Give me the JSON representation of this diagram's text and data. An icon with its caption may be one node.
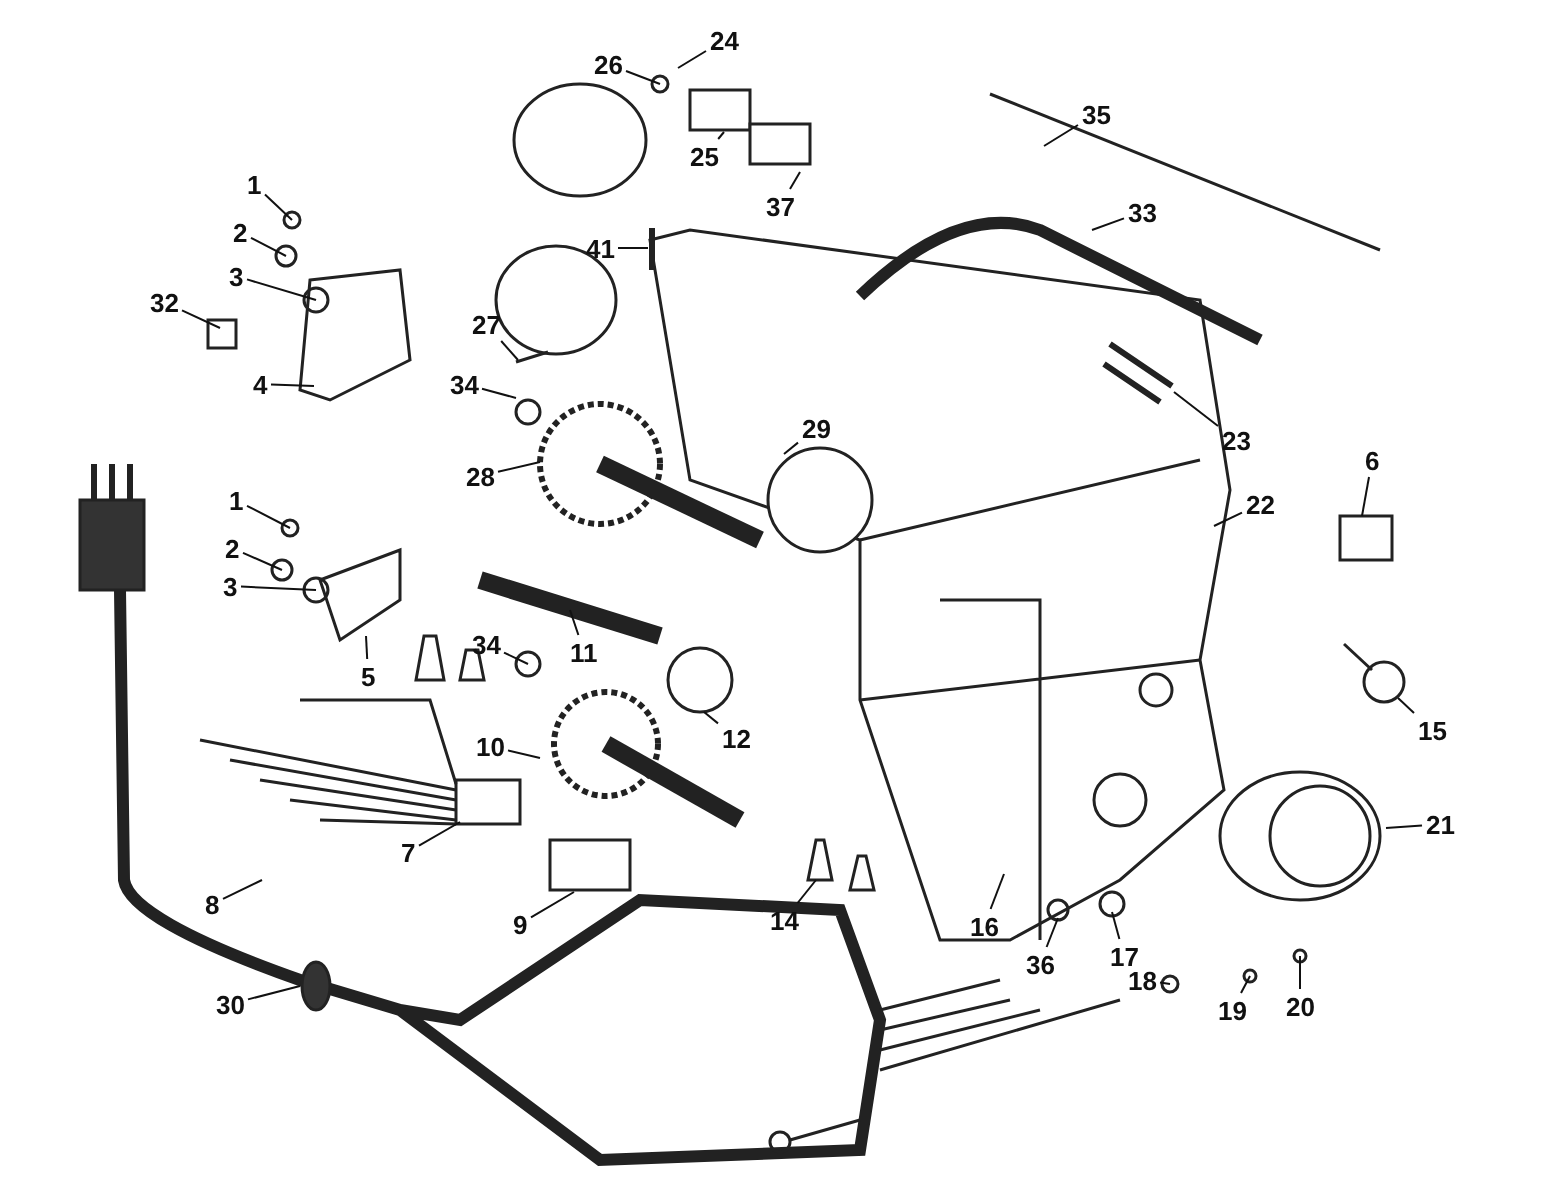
{
  "diagram": {
    "nodes": [
      {
        "text": [
          "24"
        ]
      },
      {
        "text": [
          "26"
        ]
      },
      {
        "text": [
          "35"
        ]
      },
      {
        "text": [
          "25"
        ]
      },
      {
        "text": [
          "1"
        ]
      },
      {
        "text": [
          "37"
        ]
      },
      {
        "text": [
          "33"
        ]
      },
      {
        "text": [
          "2"
        ]
      },
      {
        "text": [
          "41"
        ]
      },
      {
        "text": [
          "3"
        ]
      },
      {
        "text": [
          "32"
        ]
      },
      {
        "text": [
          "27"
        ]
      },
      {
        "text": [
          "4"
        ]
      },
      {
        "text": [
          "34"
        ]
      },
      {
        "text": [
          "23"
        ]
      },
      {
        "text": [
          "29"
        ]
      },
      {
        "text": [
          "28"
        ]
      },
      {
        "text": [
          "6"
        ]
      },
      {
        "text": [
          "1"
        ]
      },
      {
        "text": [
          "22"
        ]
      },
      {
        "text": [
          "2"
        ]
      },
      {
        "text": [
          "3"
        ]
      },
      {
        "text": [
          "11"
        ]
      },
      {
        "text": [
          "34"
        ]
      },
      {
        "text": [
          "5"
        ]
      },
      {
        "text": [
          "15"
        ]
      },
      {
        "text": [
          "12"
        ]
      },
      {
        "text": [
          "10"
        ]
      },
      {
        "text": [
          "21"
        ]
      },
      {
        "text": [
          "7"
        ]
      },
      {
        "text": [
          "8"
        ]
      },
      {
        "text": [
          "14"
        ]
      },
      {
        "text": [
          "9"
        ]
      },
      {
        "text": [
          "16"
        ]
      },
      {
        "text": [
          "17"
        ]
      },
      {
        "text": [
          "36"
        ]
      },
      {
        "text": [
          "30"
        ]
      },
      {
        "text": [
          "19"
        ]
      },
      {
        "text": [
          "20"
        ]
      },
      {
        "text": [
          "18"
        ]
      }
    ],
    "edges": [
      {
        "from": 0,
        "to": null,
        "arrow": "none"
      },
      {
        "from": 1,
        "to": null,
        "arrow": "none"
      },
      {
        "from": 2,
        "to": null,
        "arrow": "none"
      },
      {
        "from": 3,
        "to": null,
        "arrow": "none"
      },
      {
        "from": 4,
        "to": null,
        "arrow": "none"
      },
      {
        "from": 5,
        "to": null,
        "arrow": "none"
      },
      {
        "from": 6,
        "to": null,
        "arrow": "none"
      },
      {
        "from": 7,
        "to": null,
        "arrow": "none"
      },
      {
        "from": 8,
        "to": null,
        "arrow": "none"
      },
      {
        "from": 9,
        "to": null,
        "arrow": "none"
      },
      {
        "from": 10,
        "to": null,
        "arrow": "none"
      },
      {
        "from": 11,
        "to": null,
        "arrow": "none"
      },
      {
        "from": 12,
        "to": null,
        "arrow": "none"
      },
      {
        "from": 13,
        "to": null,
        "arrow": "none"
      },
      {
        "from": 14,
        "to": null,
        "arrow": "none"
      },
      {
        "from": 15,
        "to": null,
        "arrow": "none"
      },
      {
        "from": 16,
        "to": null,
        "arrow": "none"
      },
      {
        "from": 17,
        "to": null,
        "arrow": "none"
      },
      {
        "from": 18,
        "to": null,
        "arrow": "none"
      },
      {
        "from": 19,
        "to": null,
        "arrow": "none"
      },
      {
        "from": 20,
        "to": null,
        "arrow": "none"
      },
      {
        "from": 21,
        "to": null,
        "arrow": "none"
      },
      {
        "from": 22,
        "to": null,
        "arrow": "none"
      },
      {
        "from": 23,
        "to": null,
        "arrow": "none"
      },
      {
        "from": 24,
        "to": null,
        "arrow": "none"
      },
      {
        "from": 25,
        "to": null,
        "arrow": "none"
      },
      {
        "from": 26,
        "to": null,
        "arrow": "none"
      },
      {
        "from": 27,
        "to": null,
        "arrow": "none"
      },
      {
        "from": 28,
        "to": null,
        "arrow": "none"
      },
      {
        "from": 29,
        "to": null,
        "arrow": "none"
      },
      {
        "from": 30,
        "to": null,
        "arrow": "none"
      },
      {
        "from": 31,
        "to": null,
        "arrow": "none"
      },
      {
        "from": 32,
        "to": null,
        "arrow": "none"
      },
      {
        "from": 33,
        "to": null,
        "arrow": "none"
      },
      {
        "from": 34,
        "to": null,
        "arrow": "none"
      },
      {
        "from": 35,
        "to": null,
        "arrow": "none"
      },
      {
        "from": 36,
        "to": null,
        "arrow": "none"
      },
      {
        "from": 37,
        "to": null,
        "arrow": "none"
      },
      {
        "from": 38,
        "to": null,
        "arrow": "none"
      },
      {
        "from": 39,
        "to": null,
        "arrow": "none"
      }
    ]
  }
}
